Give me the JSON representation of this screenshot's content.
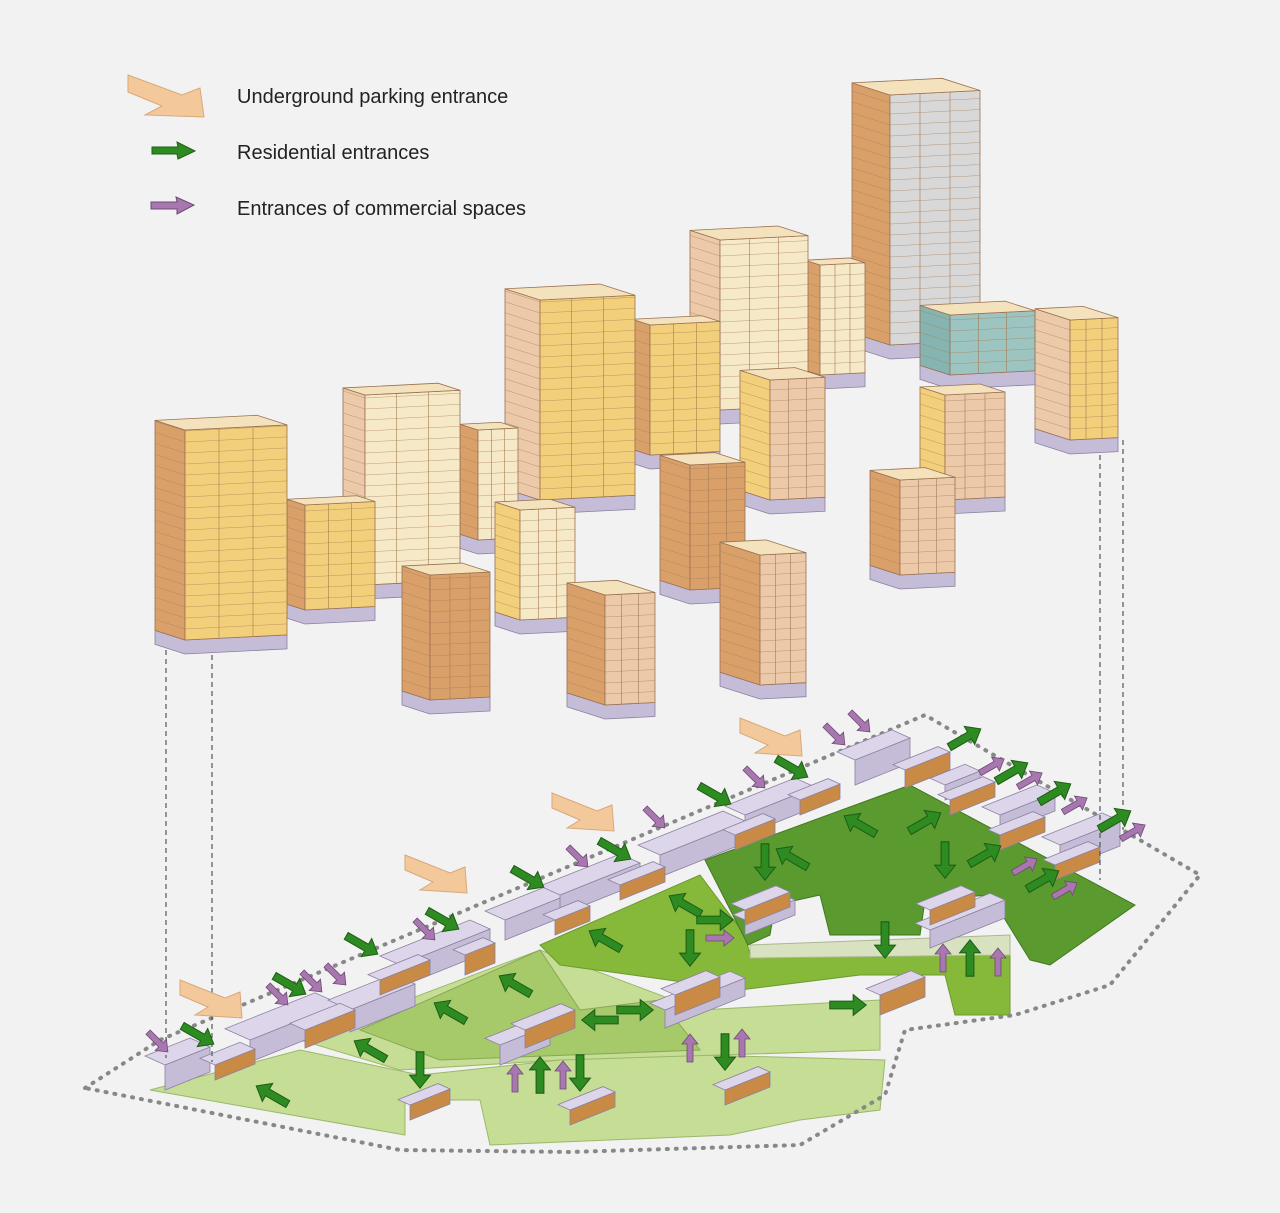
{
  "legend": {
    "items": [
      {
        "label": "Underground parking entrance",
        "icon": "parking-arrow-icon",
        "color": "#f3c99c"
      },
      {
        "label": "Residential entrances",
        "icon": "green-arrow-icon",
        "color": "#2e8b22"
      },
      {
        "label": "Entrances of commercial spaces",
        "icon": "purple-arrow-icon",
        "color": "#a877b0"
      }
    ]
  },
  "colors": {
    "background": "#f2f2f2",
    "tower_orange": "#d9a06a",
    "tower_yellow": "#f2cf7a",
    "tower_cream": "#f5e9c8",
    "tower_peach": "#ecc9a8",
    "tower_teal": "#86b4b0",
    "podium_purple": "#c5bcd8",
    "podium_brown": "#c98a45",
    "green_dark": "#5a9a2e",
    "green_mid": "#86b83a",
    "green_light": "#c5dd95"
  }
}
